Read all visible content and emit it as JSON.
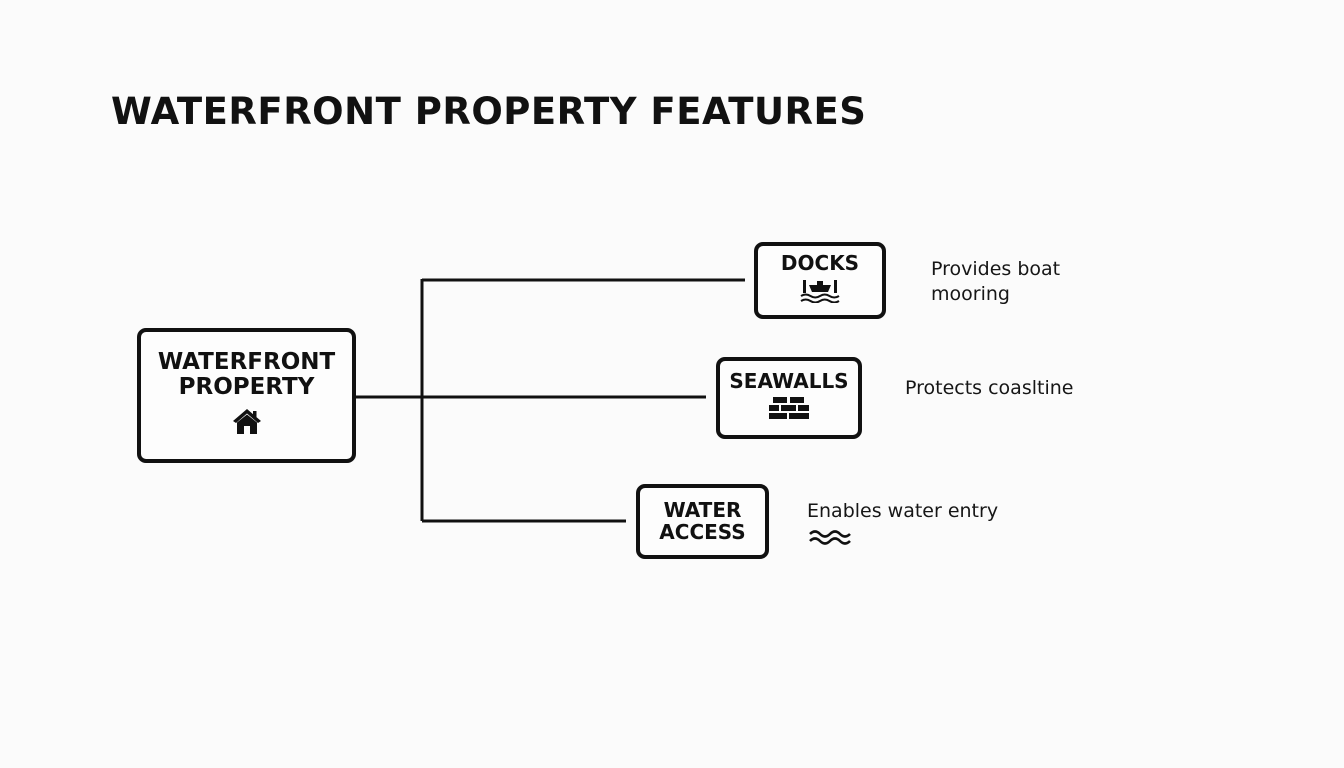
{
  "diagram": {
    "title": "WATERFRONT PROPERTY FEATURES",
    "root": {
      "label": "WATERFRONT PROPERTY",
      "icon": "house-icon"
    },
    "features": [
      {
        "label": "DOCKS",
        "icon": "dock-icon",
        "description": "Provides boat mooring"
      },
      {
        "label": "SEAWALLS",
        "icon": "brick-wall-icon",
        "description": "Protects coasltine"
      },
      {
        "label": "WATER ACCESS",
        "icon": "waves-icon",
        "description": "Enables water entry"
      }
    ]
  }
}
